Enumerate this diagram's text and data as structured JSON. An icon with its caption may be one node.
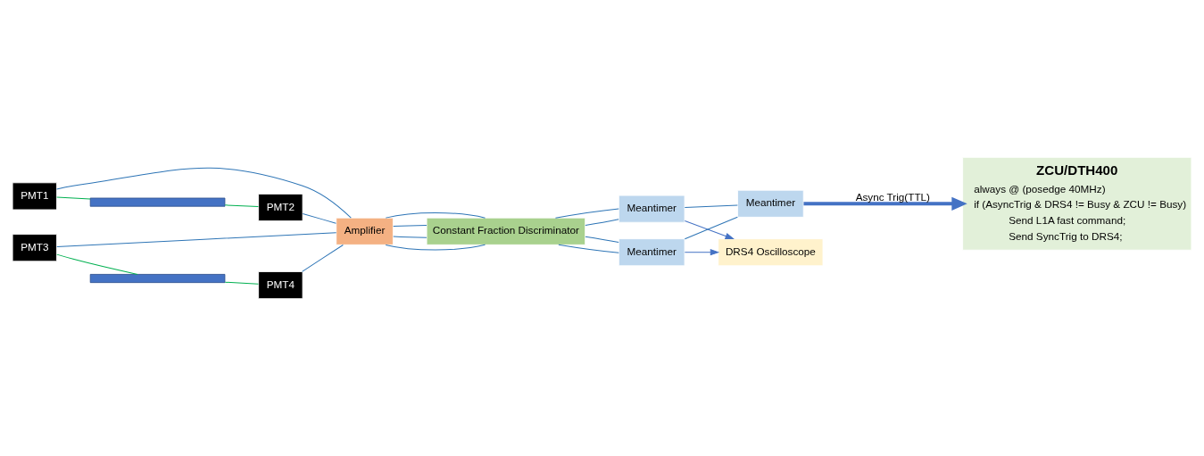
{
  "diagram": {
    "nodes": [
      {
        "text": [
          "PMT1"
        ]
      },
      {
        "text": [],
        "shape": "bar"
      },
      {
        "text": [
          "PMT2"
        ]
      },
      {
        "text": [
          "PMT3"
        ]
      },
      {
        "text": [],
        "shape": "bar"
      },
      {
        "text": [
          "PMT4"
        ]
      },
      {
        "text": [
          "Amplifier"
        ]
      },
      {
        "text": [
          "Constant Fraction Discriminator"
        ]
      },
      {
        "text": [
          "Meantimer"
        ]
      },
      {
        "text": [
          "Meantimer"
        ]
      },
      {
        "text": [
          "Meantimer"
        ]
      },
      {
        "text": [
          "DRS4 Oscilloscope"
        ]
      },
      {
        "text": [
          "ZCU/DTH400",
          "always @ (posedge 40MHz)",
          "if (AsyncTrig & DRS4 != Busy & ZCU != Busy)",
          "Send L1A fast command;",
          "Send SyncTrig to DRS4;"
        ]
      }
    ],
    "edges": [
      {
        "from": 0,
        "to": 1,
        "arrow": "none",
        "color": "#00b050"
      },
      {
        "from": 1,
        "to": 2,
        "arrow": "none",
        "color": "#00b050"
      },
      {
        "from": 3,
        "to": 4,
        "arrow": "none",
        "color": "#00b050"
      },
      {
        "from": 4,
        "to": 5,
        "arrow": "none",
        "color": "#00b050"
      },
      {
        "from": 0,
        "to": 6,
        "arrow": "none"
      },
      {
        "from": 3,
        "to": 6,
        "arrow": "none"
      },
      {
        "from": 2,
        "to": 6,
        "arrow": "none"
      },
      {
        "from": 5,
        "to": 6,
        "arrow": "none"
      },
      {
        "from": 6,
        "to": 7,
        "arrow": "none"
      },
      {
        "from": 6,
        "to": 7,
        "arrow": "none"
      },
      {
        "from": 6,
        "to": 7,
        "arrow": "none"
      },
      {
        "from": 6,
        "to": 7,
        "arrow": "none"
      },
      {
        "from": 7,
        "to": 8,
        "arrow": "none"
      },
      {
        "from": 7,
        "to": 8,
        "arrow": "none"
      },
      {
        "from": 7,
        "to": 9,
        "arrow": "none"
      },
      {
        "from": 7,
        "to": 9,
        "arrow": "none"
      },
      {
        "from": 8,
        "to": 10,
        "arrow": "none"
      },
      {
        "from": 9,
        "to": 10,
        "arrow": "none"
      },
      {
        "from": 8,
        "to": 11,
        "arrow": "to",
        "color": "#4472c4"
      },
      {
        "from": 9,
        "to": 11,
        "arrow": "to",
        "color": "#4472c4"
      },
      {
        "from": 10,
        "to": 12,
        "arrow": "to",
        "label": "Async Trig(TTL)",
        "style": "thick",
        "color": "#4472c4"
      }
    ]
  }
}
